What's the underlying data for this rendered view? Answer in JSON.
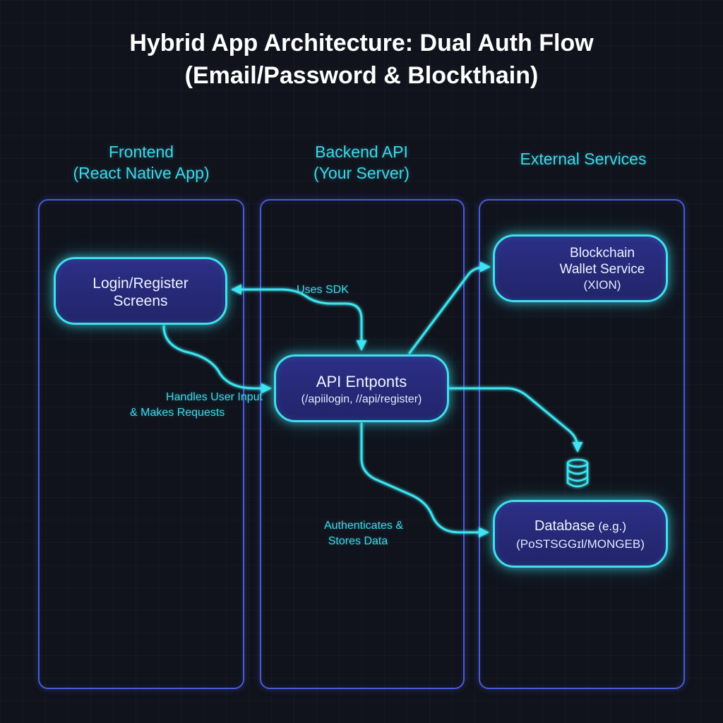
{
  "title": {
    "line1": "Hybrid App Architecture: Dual Auth Flow",
    "line2": "(Email/Password & Blockthain)"
  },
  "columns": [
    {
      "line1": "Frontend",
      "line2": "(React Native App)"
    },
    {
      "line1": "Backend API",
      "line2": "(Your Server)"
    },
    {
      "line1": "External Services",
      "line2": ""
    }
  ],
  "nodes": {
    "login": {
      "line1": "Login/Register",
      "line2": "Screens"
    },
    "api": {
      "line1": "API Entponts",
      "sub": "(/apiilogin, //api/register)"
    },
    "wallet": {
      "line1": "Blockchain",
      "line2": "Wallet Service",
      "sub": "(XION)",
      "icon": "rocket-icon"
    },
    "database": {
      "line1": "Database",
      "line1_suffix": " (e.g.)",
      "sub": "(PoSTSGGɪl/MONGEB)",
      "icon": "database-icon"
    }
  },
  "edge_labels": {
    "uses_sdk": "Uses SDK",
    "handles_input_1": "Handles User Input",
    "handles_input_2": "& Makes Requests",
    "authenticates_1": "Authenticates &",
    "authenticates_2": "Stores Data"
  },
  "colors": {
    "background": "#10131c",
    "accent": "#3ee0ef",
    "lane_border": "#4a5ad8",
    "node_fill": "#2c2f86"
  }
}
